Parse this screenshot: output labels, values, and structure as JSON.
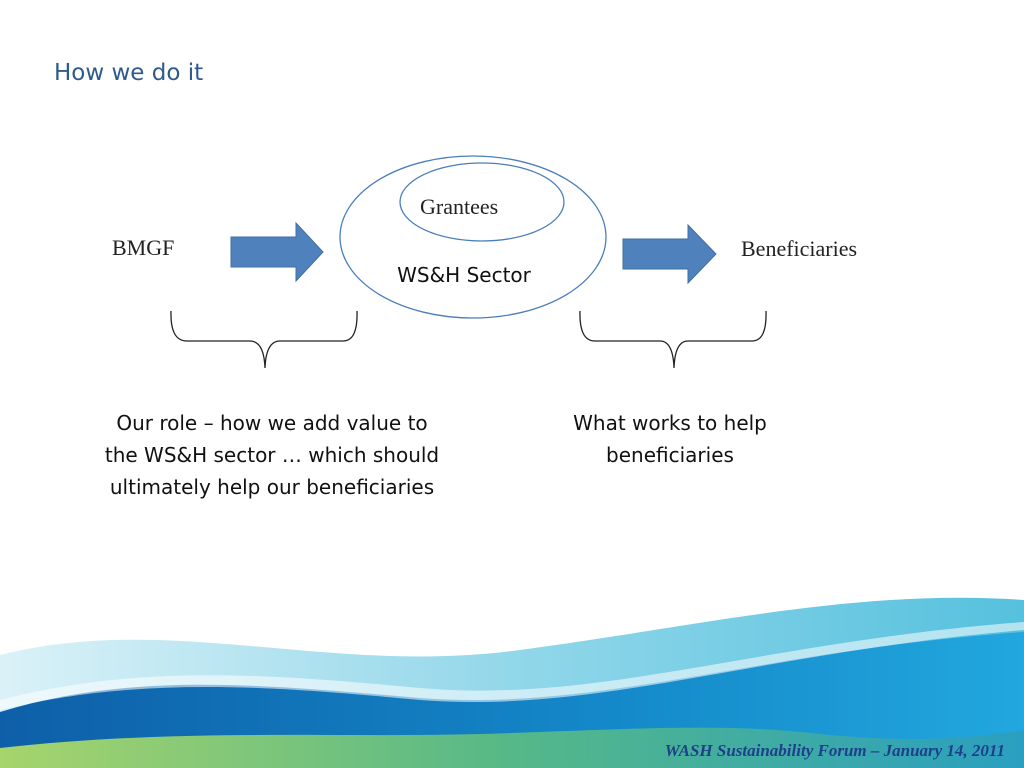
{
  "slide": {
    "title": "How we do it",
    "footer": "WASH Sustainability Forum – January 14, 2011"
  },
  "diagram": {
    "source_label": "BMGF",
    "inner_ellipse_label": "Grantees",
    "outer_ellipse_label": "WS&H Sector",
    "target_label": "Beneficiaries",
    "left_caption": [
      "Our role – how we add value to",
      "the WS&H sector … which should",
      "ultimately help our beneficiaries"
    ],
    "right_caption": [
      "What works to help",
      "beneficiaries"
    ]
  },
  "colors": {
    "title": "#2e5a8c",
    "arrow_fill": "#4f81bd",
    "ellipse_stroke": "#4a7ebb",
    "footer": "#1f3f8a"
  }
}
